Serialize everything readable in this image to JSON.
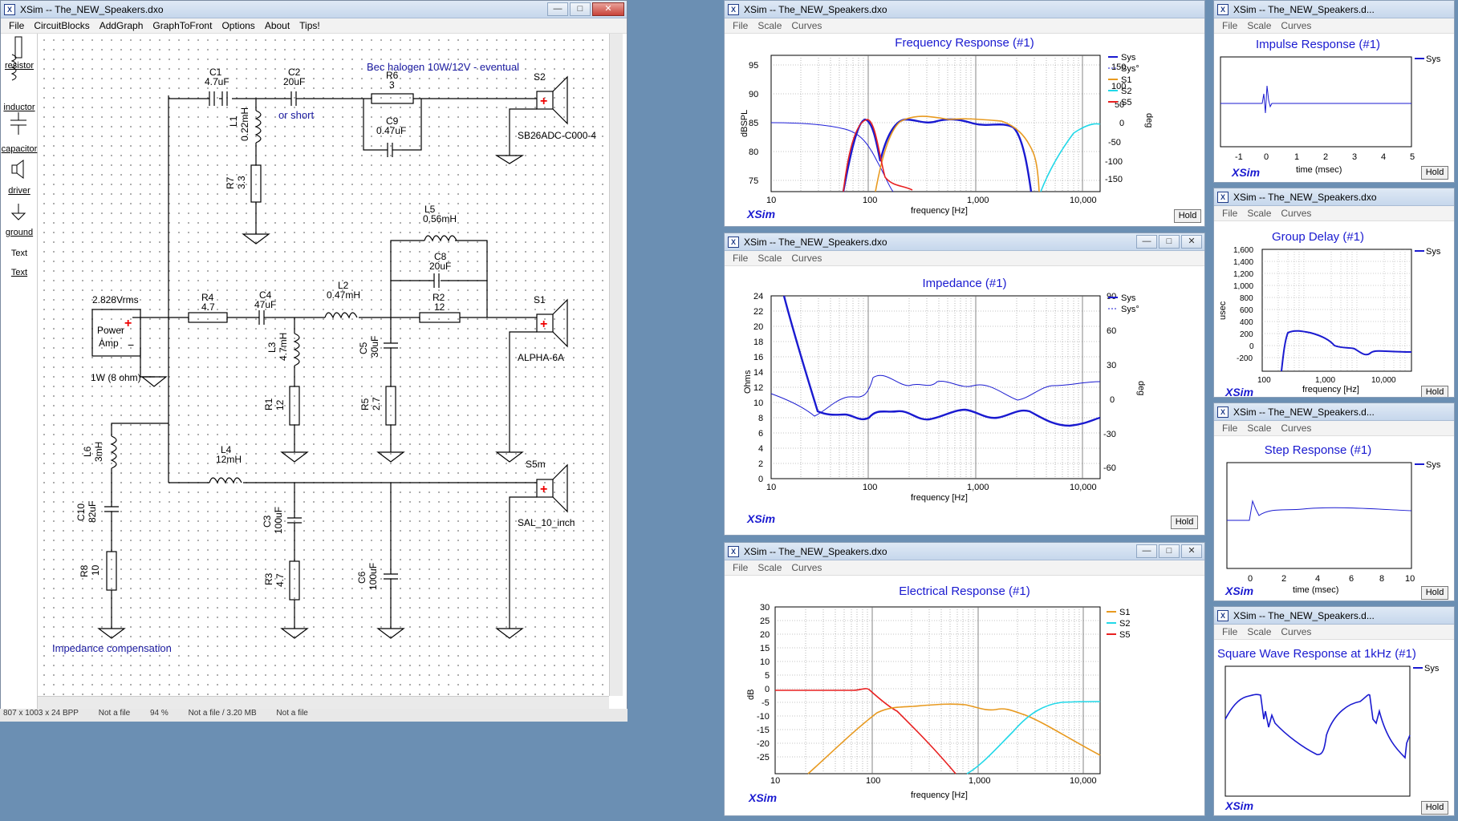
{
  "schematic": {
    "title": "XSim -- The_NEW_Speakers.dxo",
    "menu": [
      "File",
      "CircuitBlocks",
      "AddGraph",
      "GraphToFront",
      "Options",
      "About",
      "Tips!"
    ],
    "palette": [
      "resistor",
      "inductor",
      "capacitor",
      "driver",
      "ground",
      "Text",
      "Text"
    ],
    "labels": {
      "c1_name": "C1",
      "c1_val": "4.7uF",
      "c2_name": "C2",
      "c2_val": "20uF",
      "or_short": "or short",
      "bec": "Bec halogen 10W/12V - eventual",
      "r6_name": "R6",
      "r6_val": "3",
      "c9_name": "C9",
      "c9_val": "0.47uF",
      "s2": "S2",
      "s2_model": "SB26ADC-C000-4",
      "l1_name": "L1",
      "l1_val": "0.22mH",
      "r7_name": "R7",
      "r7_val": "3.3",
      "l5_name": "L5",
      "l5_val": "0.56mH",
      "c8_name": "C8",
      "c8_val": "20uF",
      "amp_v": "2.828Vrms",
      "amp_name1": "Power",
      "amp_name2": "Amp",
      "amp_w": "1W (8 ohm)",
      "r4_name": "R4",
      "r4_val": "4.7",
      "c4_name": "C4",
      "c4_val": "47uF",
      "l2_name": "L2",
      "l2_val": "0.47mH",
      "r2_name": "R2",
      "r2_val": "12",
      "s1": "S1",
      "s1_model": "ALPHA-6A",
      "l3_name": "L3",
      "l3_val": "4.7mH",
      "c5_name": "C5",
      "c5_val": "30uF",
      "r1_name": "R1",
      "r1_val": "12",
      "r5_name": "R5",
      "r5_val": "2.7",
      "l6_name": "L6",
      "l6_val": "3mH",
      "l4_name": "L4",
      "l4_val": "12mH",
      "s5": "S5m",
      "s5_model": "SAL_10_inch",
      "c10_name": "C10",
      "c10_val": "82uF",
      "c3_name": "C3",
      "c3_val": "100uF",
      "r8_name": "R8",
      "r8_val": "10",
      "r3_name": "R3",
      "r3_val": "4.7",
      "c6_name": "C6",
      "c6_val": "100uF",
      "imp_comp": "Impedance compensation"
    },
    "status": [
      "807 x 1003 x 24 BPP",
      "Not a file",
      "94 %",
      "Not a file / 3.20 MB",
      "Not a file"
    ]
  },
  "graphs": {
    "freq": {
      "title": "XSim -- The_NEW_Speakers.dxo",
      "menu": [
        "File",
        "Scale",
        "Curves"
      ],
      "plot_title": "Frequency Response (#1)",
      "ylabel": "dBSPL",
      "y2label": "deg",
      "xlabel": "frequency [Hz]",
      "yticks": [
        "95",
        "90",
        "85",
        "80",
        "75"
      ],
      "y2ticks": [
        "150",
        "100",
        "50",
        "0",
        "-50",
        "-100",
        "-150"
      ],
      "xticks": [
        "10",
        "100",
        "1,000",
        "10,000"
      ],
      "legend": [
        "Sys",
        "Sys°",
        "S1",
        "S2",
        "S5"
      ],
      "brand": "XSim",
      "hold": "Hold"
    },
    "imp": {
      "title": "XSim -- The_NEW_Speakers.dxo",
      "menu": [
        "File",
        "Scale",
        "Curves"
      ],
      "plot_title": "Impedance (#1)",
      "ylabel": "Ohms",
      "y2label": "deg",
      "xlabel": "frequency [Hz]",
      "yticks": [
        "24",
        "22",
        "20",
        "18",
        "16",
        "14",
        "12",
        "10",
        "8",
        "6",
        "4",
        "2",
        "0"
      ],
      "y2ticks": [
        "90",
        "60",
        "30",
        "0",
        "-30",
        "-60"
      ],
      "xticks": [
        "10",
        "100",
        "1,000",
        "10,000"
      ],
      "legend": [
        "Sys",
        "Sys°"
      ],
      "brand": "XSim",
      "hold": "Hold"
    },
    "elec": {
      "title": "XSim -- The_NEW_Speakers.dxo",
      "menu": [
        "File",
        "Scale",
        "Curves"
      ],
      "plot_title": "Electrical Response (#1)",
      "ylabel": "dB",
      "xlabel": "frequency [Hz]",
      "yticks": [
        "30",
        "25",
        "20",
        "15",
        "10",
        "5",
        "0",
        "-5",
        "-10",
        "-15",
        "-20",
        "-25"
      ],
      "xticks": [
        "10",
        "100",
        "1,000",
        "10,000"
      ],
      "legend": [
        "S1",
        "S2",
        "S5"
      ],
      "brand": "XSim",
      "hold": "Hold"
    },
    "impulse": {
      "title": "XSim -- The_NEW_Speakers.d...",
      "menu": [
        "File",
        "Scale",
        "Curves"
      ],
      "plot_title": "Impulse Response (#1)",
      "xlabel": "time (msec)",
      "xticks": [
        "-1",
        "0",
        "1",
        "2",
        "3",
        "4",
        "5"
      ],
      "legend": [
        "Sys"
      ],
      "brand": "XSim",
      "hold": "Hold"
    },
    "gd": {
      "title": "XSim -- The_NEW_Speakers.dxo",
      "menu": [
        "File",
        "Scale",
        "Curves"
      ],
      "plot_title": "Group Delay (#1)",
      "ylabel": "usec",
      "xlabel": "frequency [Hz]",
      "yticks": [
        "1,600",
        "1,400",
        "1,200",
        "1,000",
        "800",
        "600",
        "400",
        "200",
        "0",
        "-200"
      ],
      "xticks": [
        "100",
        "1,000",
        "10,000"
      ],
      "legend": [
        "Sys"
      ],
      "brand": "XSim",
      "hold": "Hold"
    },
    "step": {
      "title": "XSim -- The_NEW_Speakers.d...",
      "menu": [
        "File",
        "Scale",
        "Curves"
      ],
      "plot_title": "Step Response (#1)",
      "xlabel": "time (msec)",
      "xticks": [
        "0",
        "2",
        "4",
        "6",
        "8",
        "10"
      ],
      "legend": [
        "Sys"
      ],
      "brand": "XSim",
      "hold": "Hold"
    },
    "square": {
      "title": "XSim -- The_NEW_Speakers.d...",
      "menu": [
        "File",
        "Scale",
        "Curves"
      ],
      "plot_title": "Square Wave Response at 1kHz (#1)",
      "legend": [
        "Sys"
      ],
      "brand": "XSim",
      "hold": "Hold"
    }
  }
}
